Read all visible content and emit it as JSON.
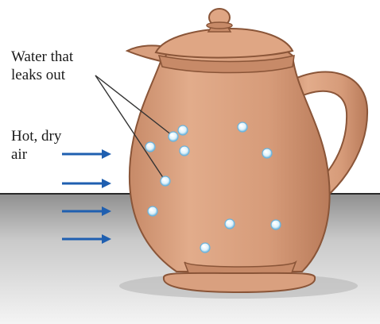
{
  "labels": {
    "leak_line1": "Water that",
    "leak_line2": "leaks out",
    "air_line1": "Hot, dry",
    "air_line2": "air"
  },
  "colors": {
    "pitcher": "#d9a07f",
    "pitcher_dark": "#b97b5a",
    "arrow": "#1f5fb0",
    "table_top": "#9c9c9c",
    "table_bottom": "#ececec",
    "droplet": "#dff2fb",
    "droplet_edge": "#6ab3dc"
  },
  "arrows": {
    "count": 4,
    "direction": "right"
  },
  "droplets": {
    "count": 11
  }
}
